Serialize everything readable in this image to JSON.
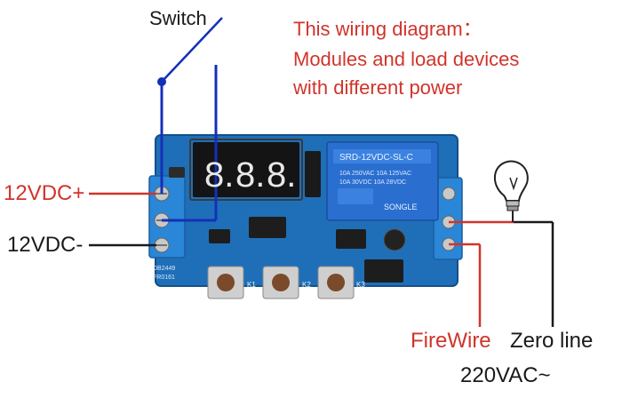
{
  "caption": {
    "lines": [
      "This wiring diagram：",
      "Modules and load devices",
      "with different power"
    ]
  },
  "labels": {
    "switch": "Switch",
    "vdc_plus": "12VDC+",
    "vdc_minus": "12VDC-",
    "firewire": "FireWire",
    "zero_line": "Zero line",
    "ac": "220VAC~"
  },
  "board": {
    "display_digits": [
      "8.",
      "8.",
      "8."
    ],
    "buttons": [
      "K1",
      "K2",
      "K3"
    ],
    "relay": {
      "model": "SRD-12VDC-SL-C",
      "ratings": [
        "10A 250VAC 10A 125VAC",
        "10A 30VDC 10A 28VDC"
      ],
      "brand": "SONGLE"
    },
    "silk": [
      "DB2449",
      "FR0161"
    ]
  },
  "colors": {
    "pcb": "#1f6fb8",
    "pcb_dark": "#14508a",
    "terminal": "#2a86d6",
    "red_wire": "#d0342c",
    "blue_wire": "#1430b8",
    "display_bg": "#141414",
    "display_seg": "#e8e8e8",
    "relay_body": "#2a6fd0"
  },
  "icons": [
    "bulb-icon"
  ]
}
